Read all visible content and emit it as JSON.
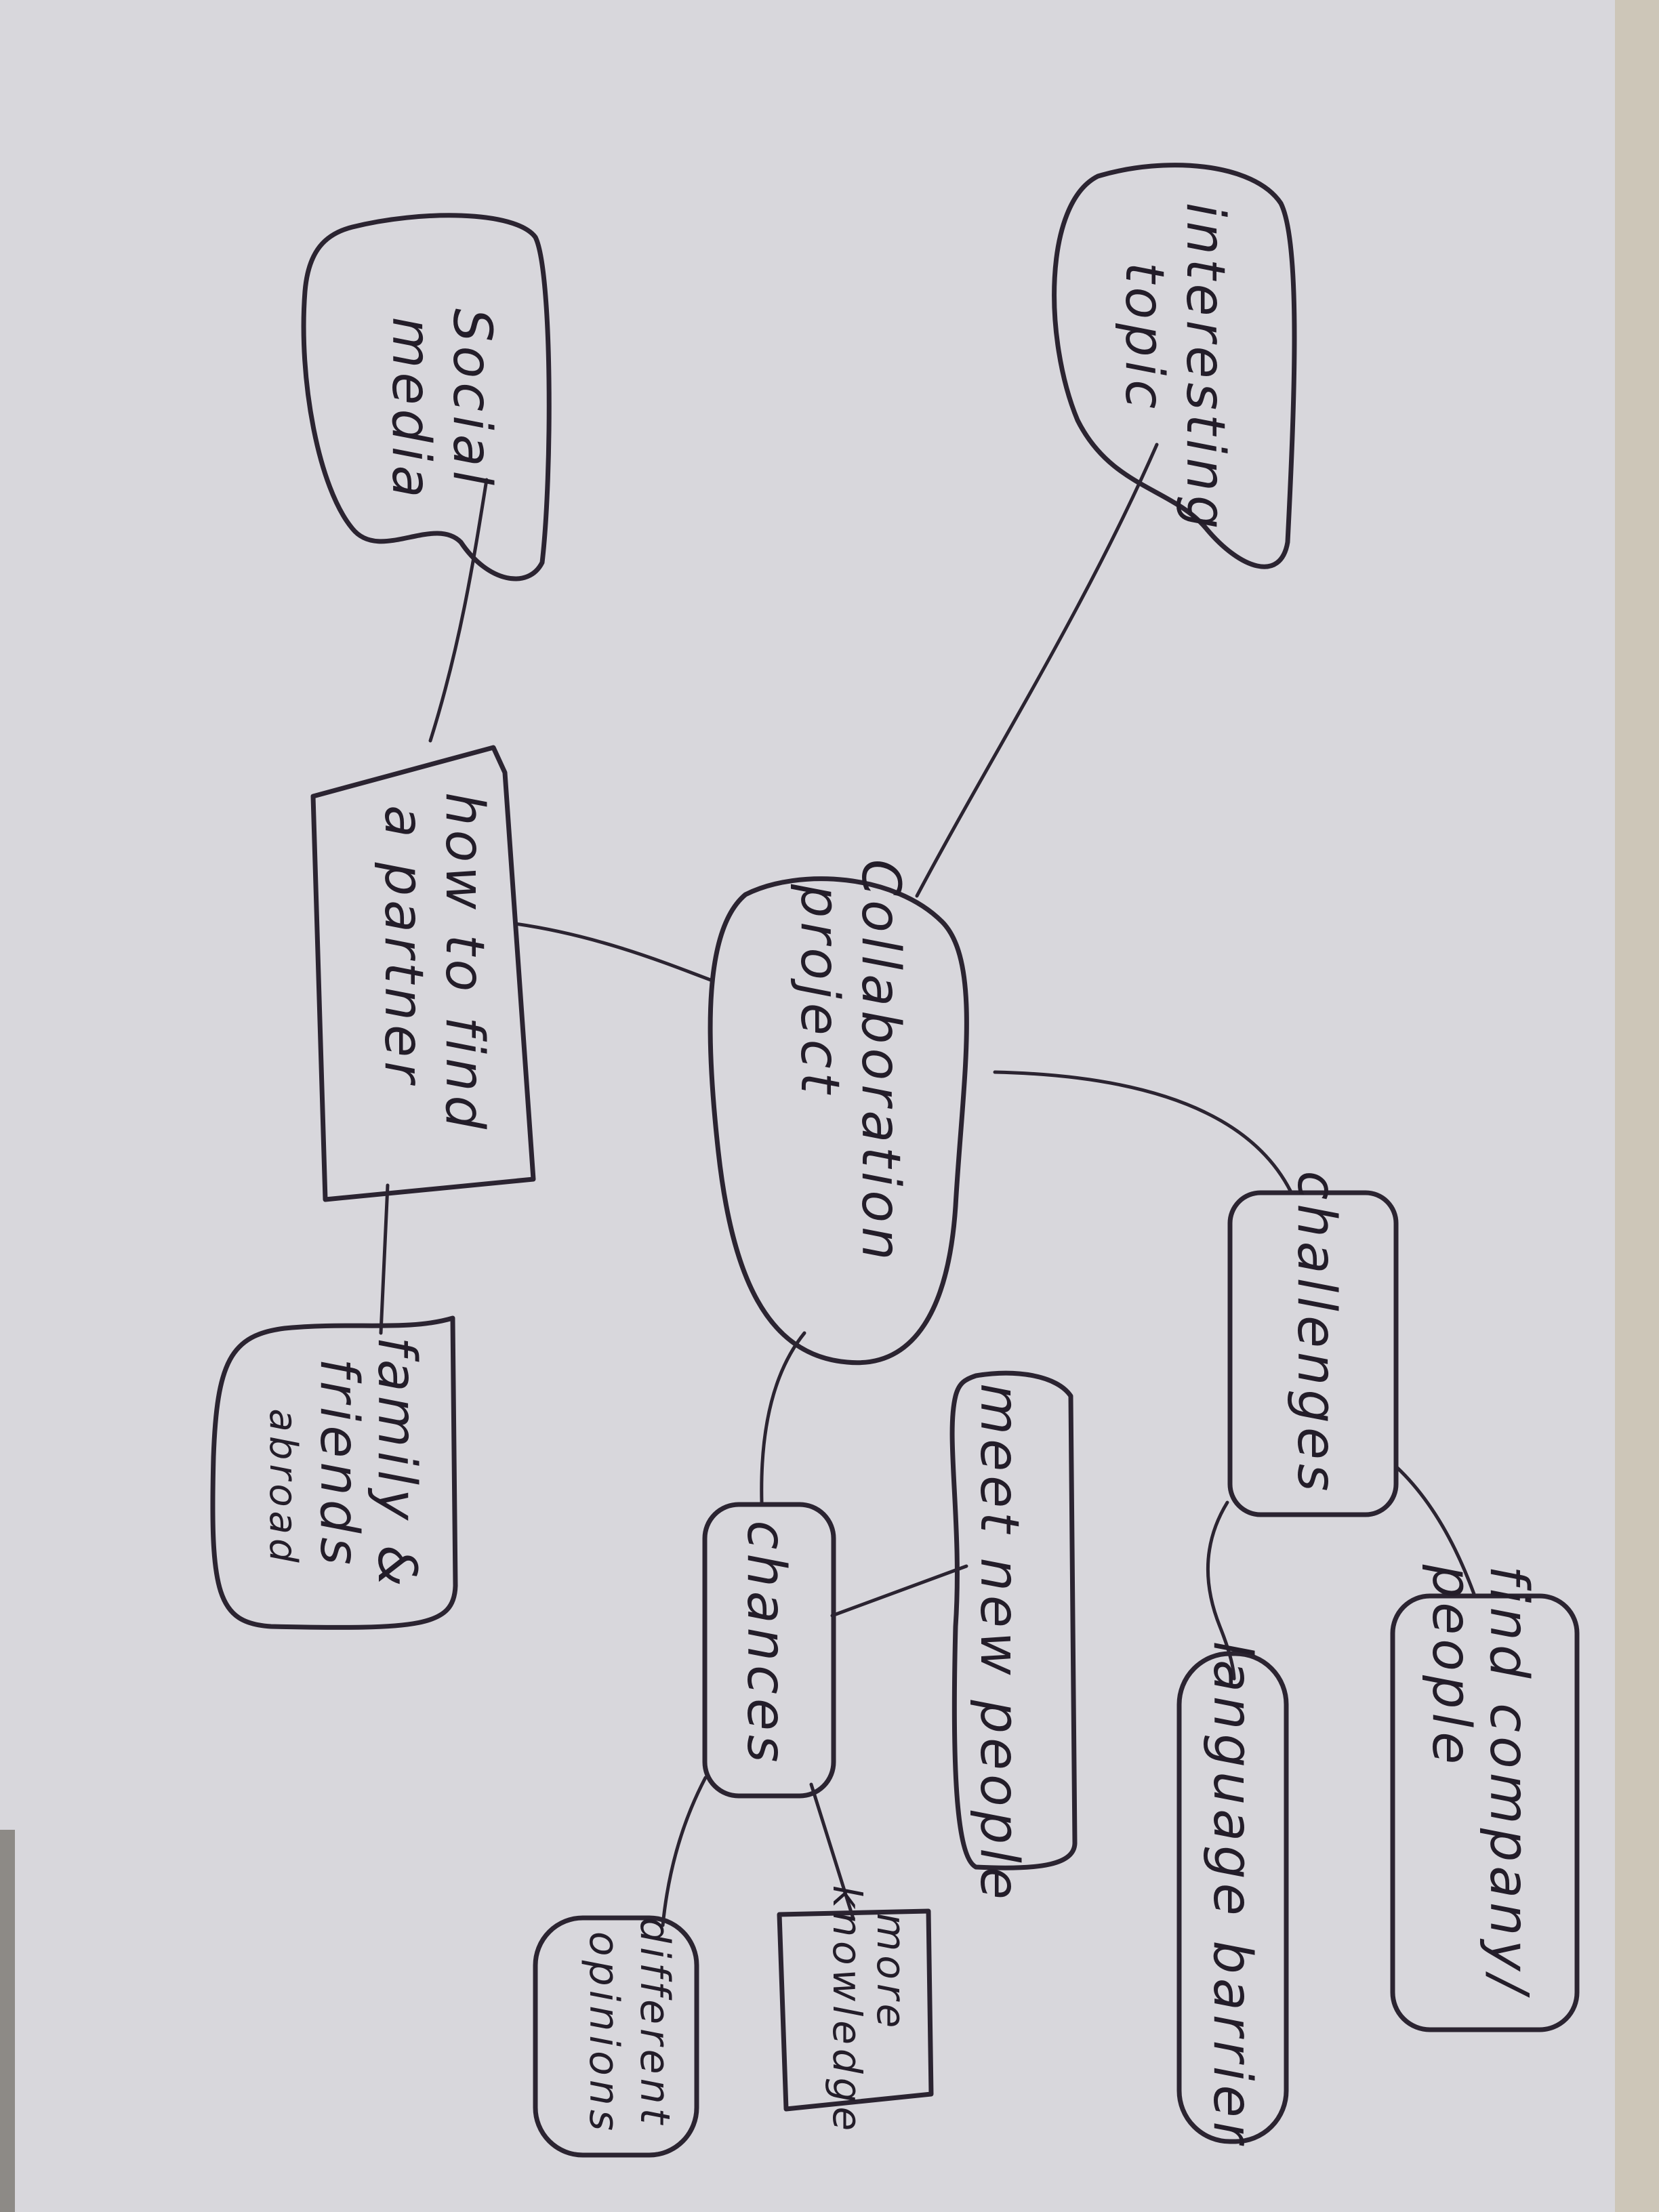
{
  "diagram": {
    "type": "mind-map",
    "central": {
      "line1": "Collaboration",
      "line2": "project"
    },
    "nodes": {
      "interesting_topic": {
        "line1": "interesting",
        "line2": "topic"
      },
      "social_media": {
        "line1": "Social",
        "line2": "media"
      },
      "find_partner": {
        "line1": "how to find",
        "line2": "a partner"
      },
      "family_friends": {
        "line1": "family &",
        "line2": "friends",
        "line3": "abroad"
      },
      "challenges": {
        "line1": "challenges"
      },
      "chances": {
        "line1": "chances"
      },
      "meet_people": {
        "line1": "meet new people"
      },
      "find_company": {
        "line1": "find company/",
        "line2": "people"
      },
      "language_barrier": {
        "line1": "language barrier"
      },
      "more_knowledge": {
        "line1": "more",
        "line2": "knowledge"
      },
      "different_opinions": {
        "line1": "different",
        "line2": "opinions"
      }
    },
    "edges": [
      [
        "central",
        "interesting_topic"
      ],
      [
        "central",
        "find_partner"
      ],
      [
        "find_partner",
        "social_media"
      ],
      [
        "find_partner",
        "family_friends"
      ],
      [
        "central",
        "challenges"
      ],
      [
        "central",
        "chances"
      ],
      [
        "challenges",
        "find_company"
      ],
      [
        "challenges",
        "language_barrier"
      ],
      [
        "chances",
        "meet_people"
      ],
      [
        "chances",
        "more_knowledge"
      ],
      [
        "chances",
        "different_opinions"
      ]
    ],
    "colors": {
      "paper": "#d8d7dc",
      "ink": "#2b2431"
    }
  }
}
